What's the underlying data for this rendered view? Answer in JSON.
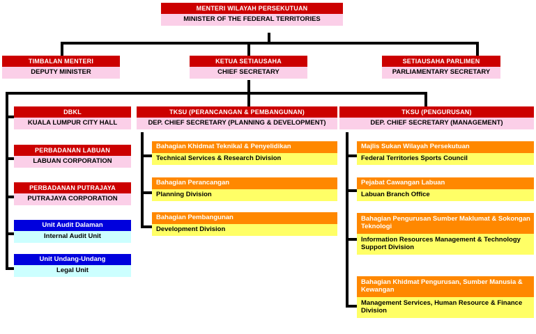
{
  "chart": {
    "title_row": {
      "minister": {
        "malay": "MENTERI WILAYAH PERSEKUTUAN",
        "english": "MINISTER OF THE FEDERAL TERRITORIES"
      }
    },
    "level2": [
      {
        "malay": "TIMBALAN MENTERI",
        "english": "DEPUTY MINISTER"
      },
      {
        "malay": "KETUA SETIAUSAHA",
        "english": "CHIEF SECRETARY"
      },
      {
        "malay": "SETIAUSAHA PARLIMEN",
        "english": "PARLIAMENTARY SECRETARY"
      }
    ],
    "level3": [
      {
        "malay": "DBKL",
        "english": "KUALA LUMPUR CITY HALL"
      },
      {
        "malay": "TKSU (PERANCANGAN & PEMBANGUNAN)",
        "english": "DEP. CHIEF SECRETARY (PLANNING & DEVELOPMENT)"
      },
      {
        "malay": "TKSU (PENGURUSAN)",
        "english": "DEP. CHIEF SECRETARY (MANAGEMENT)"
      }
    ],
    "left_column": [
      {
        "malay": "PERBADANAN LABUAN",
        "english": "LABUAN CORPORATION",
        "style": "red"
      },
      {
        "malay": "PERBADANAN PUTRAJAYA",
        "english": "PUTRAJAYA CORPORATION",
        "style": "red"
      },
      {
        "malay": "Unit Audit Dalaman",
        "english": "Internal Audit Unit",
        "style": "blue"
      },
      {
        "malay": "Unit Undang-Undang",
        "english": "Legal Unit",
        "style": "blue"
      }
    ],
    "middle_column": [
      {
        "malay": "Bahagian Khidmat Teknikal & Penyelidikan",
        "english": "Technical Services & Research Division"
      },
      {
        "malay": "Bahagian Perancangan",
        "english": "Planning Division"
      },
      {
        "malay": "Bahagian Pembangunan",
        "english": "Development Division"
      }
    ],
    "right_column": [
      {
        "malay": "Majlis Sukan Wilayah Persekutuan",
        "english": "Federal Territories Sports Council"
      },
      {
        "malay": "Pejabat Cawangan Labuan",
        "english": "Labuan Branch Office"
      },
      {
        "malay": "Bahagian Pengurusan Sumber Maklumat & Sokongan Teknologi",
        "english": "Information Resources Management & Technology Support Division"
      },
      {
        "malay": "Bahagian Khidmat Pengurusan, Sumber Manusia & Kewangan",
        "english": "Management Services, Human Resource & Finance Division"
      }
    ],
    "colors": {
      "red_header": "#cc0000",
      "pink_body": "#fbcfe8",
      "blue_header": "#0000dd",
      "cyan_body": "#ccffff",
      "orange_header": "#ff8800",
      "yellow_body": "#ffff66",
      "connector": "#000000"
    }
  }
}
